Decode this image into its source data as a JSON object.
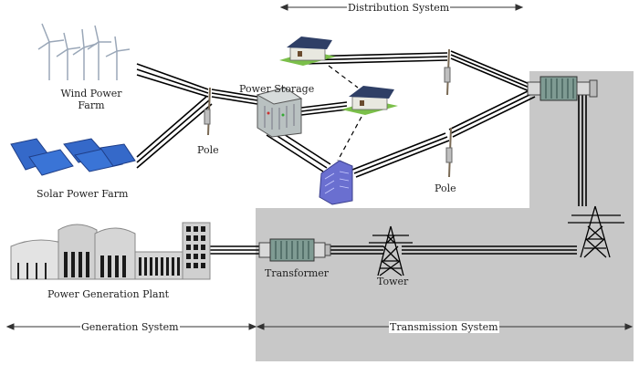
{
  "systems": {
    "distribution": "Distribution System",
    "generation": "Generation System",
    "transmission": "Transmission System"
  },
  "components": {
    "wind_line1": "Wind Power",
    "wind_line2": "Farm",
    "solar": "Solar Power Farm",
    "storage": "Power Storage",
    "pole_left": "Pole",
    "pole_right": "Pole",
    "plant": "Power Generation Plant",
    "transformer": "Transformer",
    "tower": "Tower"
  },
  "colors": {
    "transmission_bg": "#c8c8c8",
    "line": "#000000",
    "transformer_body": "#7f9b93",
    "building": "#6a6fd0",
    "house_roof": "#2f3f66",
    "house_body": "#e8e8e0",
    "lawn": "#7bbf4a",
    "solar": "#3569c9"
  }
}
